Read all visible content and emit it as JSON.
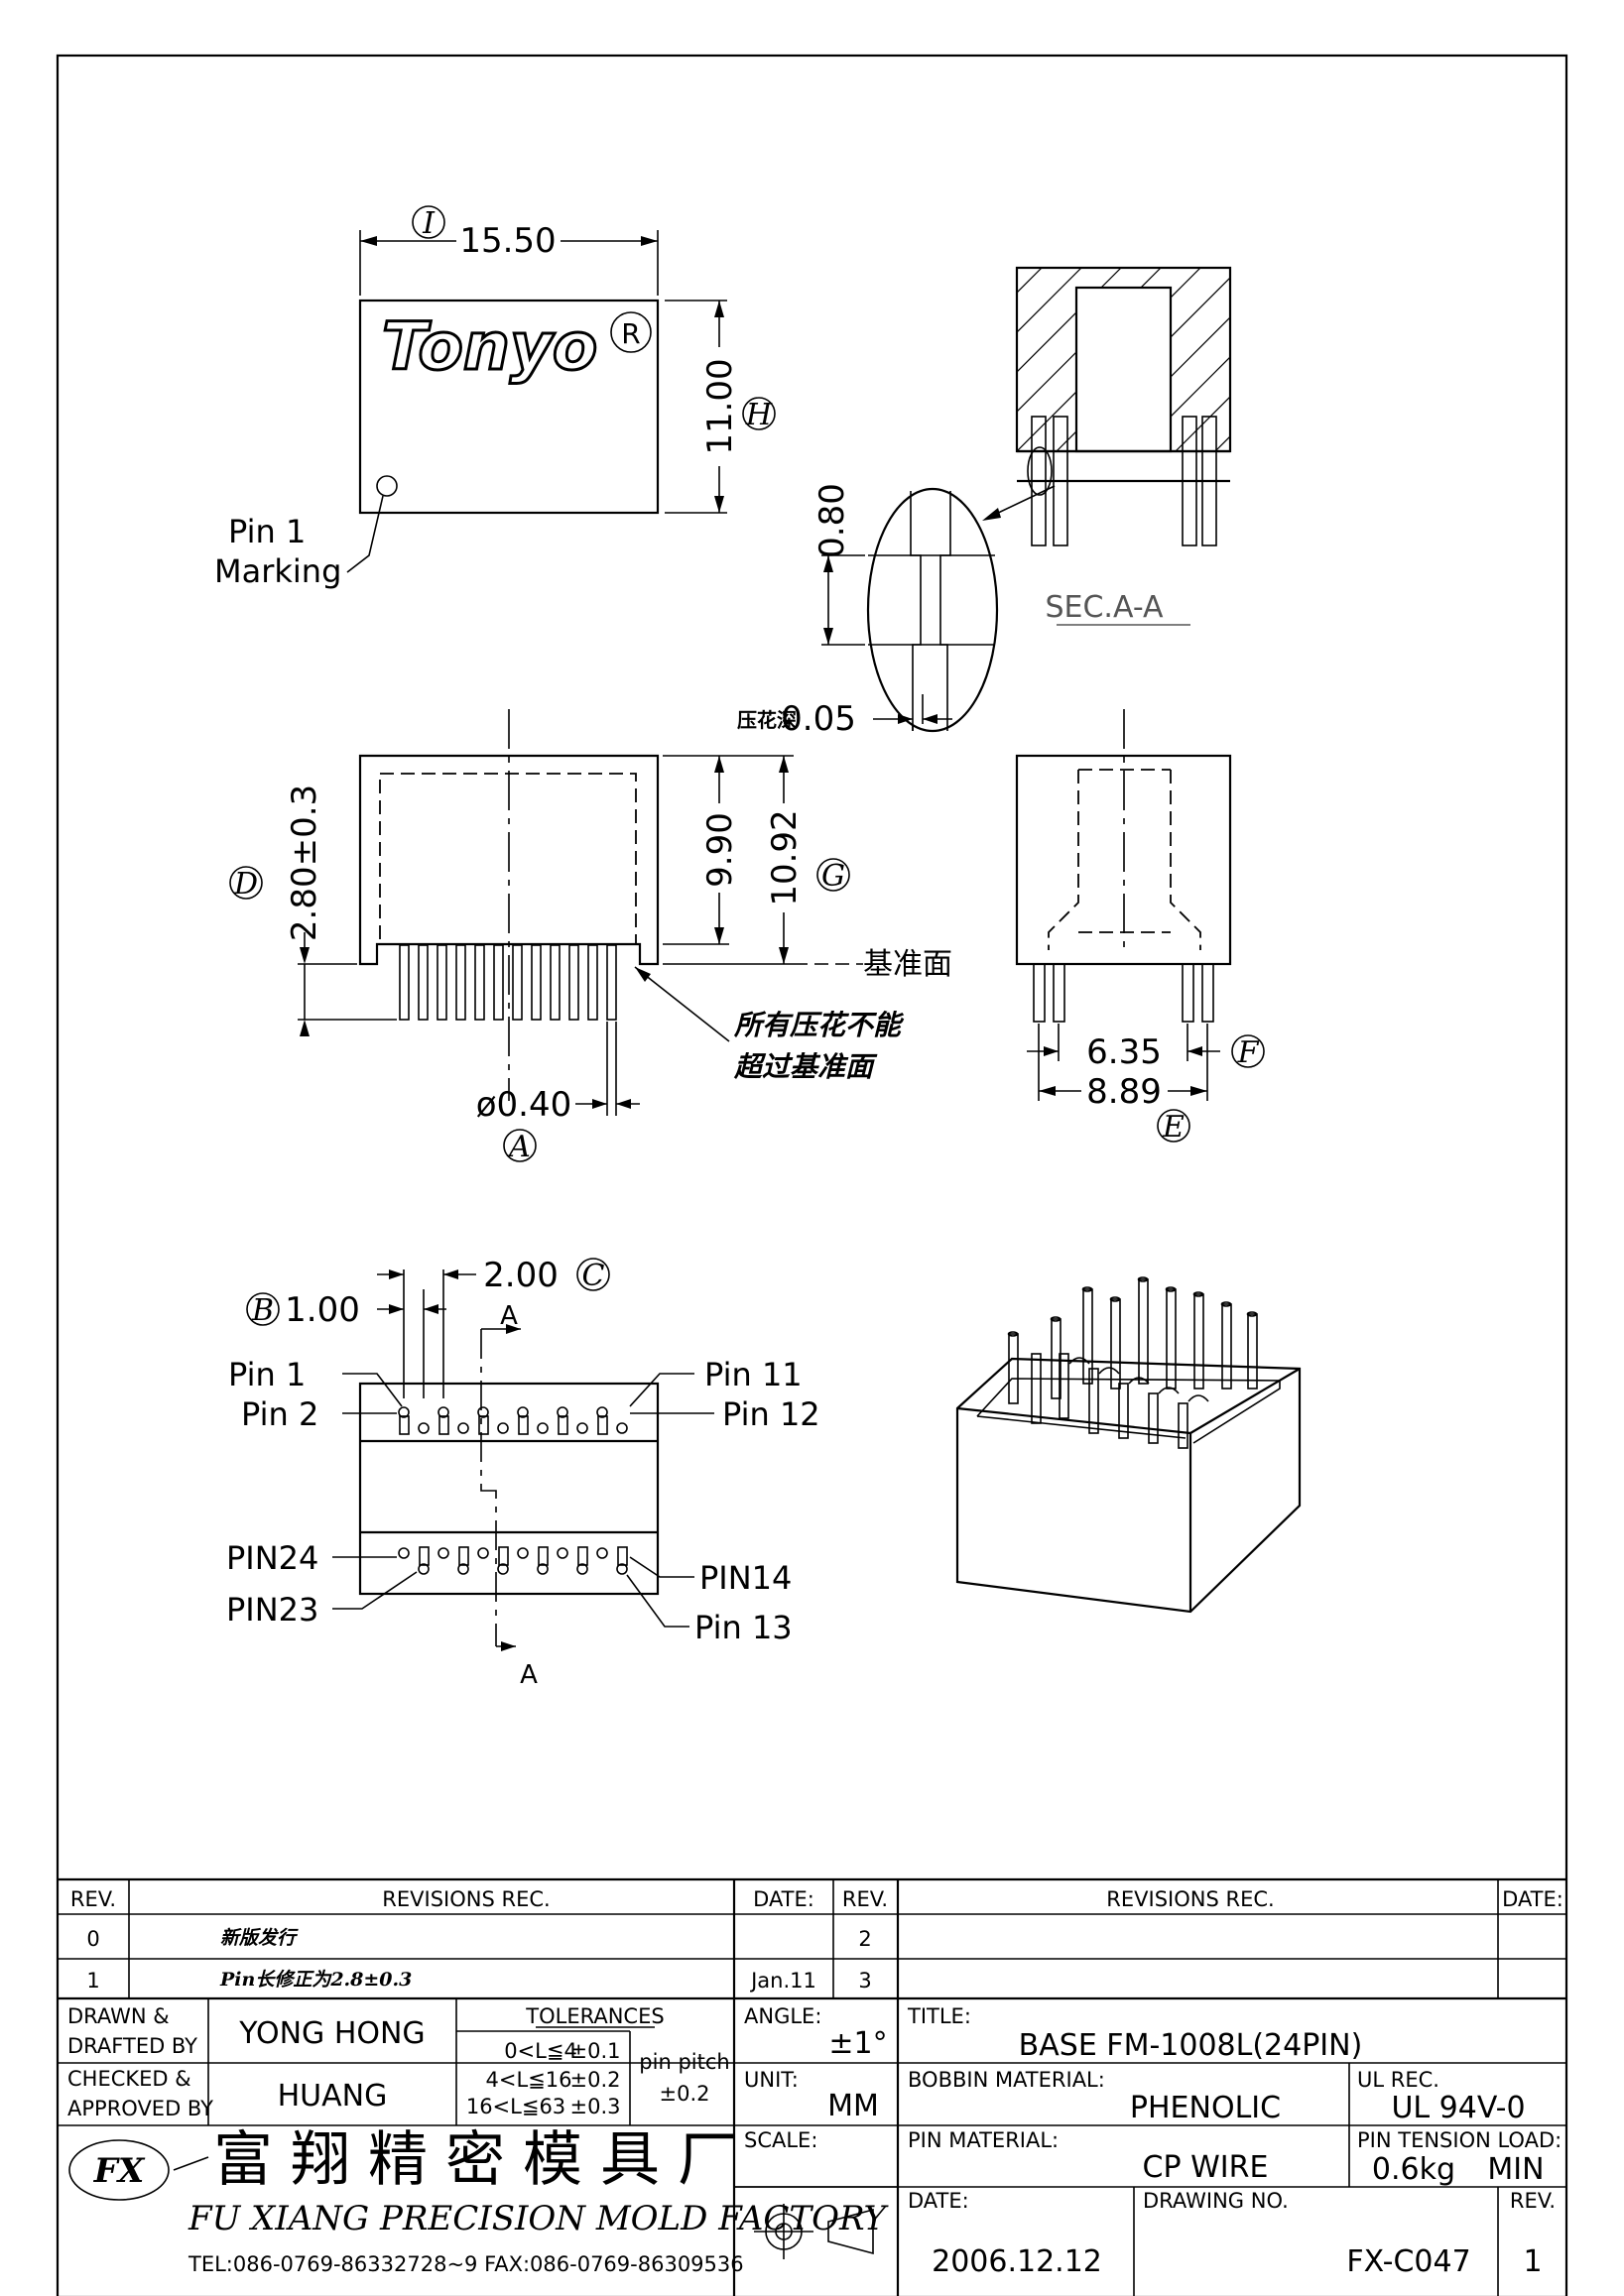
{
  "drawing": {
    "top_view": {
      "width_dim": "15.50",
      "height_dim": "11.00",
      "logo": "Tonyo",
      "registered": "R",
      "pin1_label": "Pin 1",
      "marking_label": "Marking",
      "callout_I": "I",
      "callout_H": "H"
    },
    "section": {
      "dim_080": "0.80",
      "dim_005": "0.05",
      "emboss_label": "压花深",
      "title": "SEC.A-A"
    },
    "front_view": {
      "dim_280": "2.80±0.3",
      "dim_990": "9.90",
      "dim_1092": "10.92",
      "dim_040": "ø0.40",
      "datum_label": "基准面",
      "note_line1": "所有压花不能",
      "note_line2": "超过基准面",
      "callout_D": "D",
      "callout_G": "G",
      "callout_A": "A"
    },
    "side_view": {
      "dim_635": "6.35",
      "dim_889": "8.89",
      "callout_F": "F",
      "callout_E": "E"
    },
    "bottom_view": {
      "dim_200": "2.00",
      "dim_100": "1.00",
      "callout_B": "B",
      "callout_C": "C",
      "section_mark": "A",
      "pin_labels": [
        "Pin 1",
        "Pin 2",
        "Pin 11",
        "Pin 12",
        "PIN24",
        "PIN23",
        "PIN14",
        "Pin 13"
      ]
    }
  },
  "title_block": {
    "headers": {
      "rev": "REV.",
      "revisions_rec": "REVISIONS  REC.",
      "date": "DATE:"
    },
    "revisions_left": [
      {
        "rev": "0",
        "text": "新版发行",
        "date": ""
      },
      {
        "rev": "1",
        "text": "Pin长修正为2.8±0.3",
        "date": "Jan.11"
      }
    ],
    "revisions_right": [
      {
        "rev": "2",
        "text": "",
        "date": ""
      },
      {
        "rev": "3",
        "text": "",
        "date": ""
      }
    ],
    "drawn_label": "DRAWN &",
    "drafted_label": "DRAFTED BY",
    "drawn_by": "YONG HONG",
    "checked_label": "CHECKED &",
    "approved_label": "APPROVED BY",
    "approved_by": "HUANG",
    "tolerances_label": "TOLERANCES",
    "tolerances": [
      {
        "range": "0<L≦4",
        "tol": "±0.1"
      },
      {
        "range": "4<L≦16",
        "tol": "±0.2"
      },
      {
        "range": "16<L≦63",
        "tol": "±0.3"
      }
    ],
    "pin_pitch_label": "pin pitch",
    "pin_pitch_tol": "±0.2",
    "angle_label": "ANGLE:",
    "angle_value": "±1°",
    "unit_label": "UNIT:",
    "unit_value": "MM",
    "scale_label": "SCALE:",
    "title_label": "TITLE:",
    "title_value": "BASE FM-1008L(24PIN)",
    "bobbin_label": "BOBBIN MATERIAL:",
    "bobbin_value": "PHENOLIC",
    "ul_label": "UL REC.",
    "ul_value": "UL 94V-0",
    "pin_material_label": "PIN MATERIAL:",
    "pin_material_value": "CP  WIRE",
    "tension_label": "PIN TENSION LOAD:",
    "tension_value": "0.6kg",
    "tension_min": "MIN",
    "date_label": "DATE:",
    "date_value": "2006.12.12",
    "drawing_no_label": "DRAWING NO.",
    "drawing_no_value": "FX-C047",
    "rev_label": "REV.",
    "rev_value": "1",
    "company_cn": "富翔精密模具厂",
    "company_en": "FU XIANG PRECISION MOLD FACTORY",
    "company_tel": "TEL:086-0769-86332728~9  FAX:086-0769-86309536",
    "company_logo": "FX"
  }
}
